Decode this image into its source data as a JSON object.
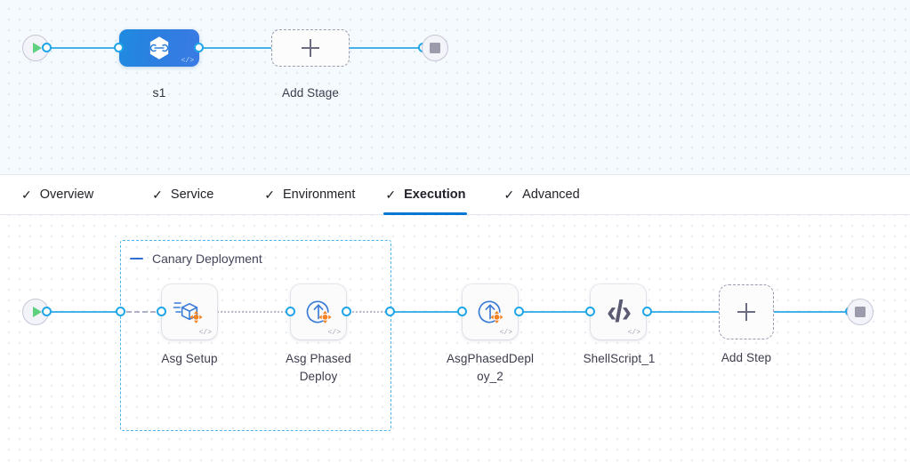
{
  "stage_canvas": {
    "start_node": {
      "icon": "play-icon"
    },
    "stage": {
      "label": "s1",
      "icon": "harness-hexagon-icon",
      "code_badge": "</>"
    },
    "add_stage": {
      "label": "Add Stage",
      "icon": "plus-icon"
    },
    "end_node": {
      "icon": "stop-icon"
    }
  },
  "tabs": [
    {
      "label": "Overview",
      "tick": "✓",
      "active": false
    },
    {
      "label": "Service",
      "tick": "✓",
      "active": false
    },
    {
      "label": "Environment",
      "tick": "✓",
      "active": false
    },
    {
      "label": "Execution",
      "tick": "✓",
      "active": true
    },
    {
      "label": "Advanced",
      "tick": "✓",
      "active": false
    }
  ],
  "execution_canvas": {
    "start_node": {
      "icon": "play-icon"
    },
    "group": {
      "label": "Canary Deployment",
      "collapse_icon": "minus-icon"
    },
    "steps": [
      {
        "label": "Asg Setup",
        "icon": "asg-setup-icon",
        "code_badge": "</>"
      },
      {
        "label": "Asg Phased\nDeploy",
        "icon": "asg-deploy-icon",
        "code_badge": "</>"
      },
      {
        "label": "AsgPhasedDepl\noy_2",
        "icon": "asg-deploy-icon",
        "code_badge": "</>"
      },
      {
        "label": "ShellScript_1",
        "icon": "shell-script-icon",
        "code_badge": "</>",
        "glyph": "‹/›"
      }
    ],
    "add_step": {
      "label": "Add Step",
      "icon": "plus-icon"
    },
    "end_node": {
      "icon": "stop-icon"
    }
  },
  "colors": {
    "accent_blue": "#0278d5",
    "connector_blue": "#42b2e8",
    "group_border": "#4cb4ea",
    "stage_gradient_from": "#1f8be0",
    "stage_gradient_to": "#3b7ae3",
    "orange_badge": "#f58220",
    "start_green": "#5fd07e",
    "stop_grey": "#9b9bab",
    "canvas_top_bg": "#f4fafd",
    "canvas_bottom_bg": "#ffffff"
  }
}
